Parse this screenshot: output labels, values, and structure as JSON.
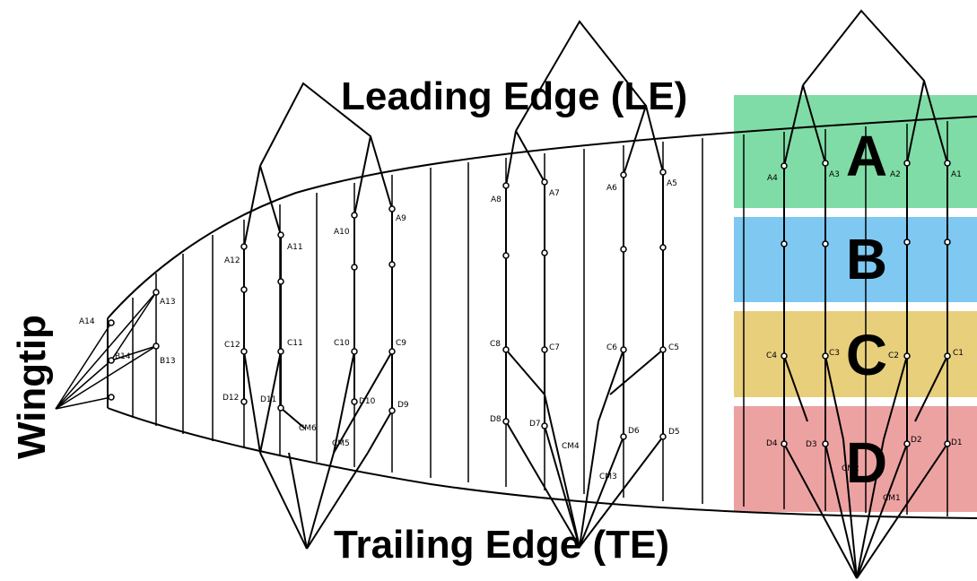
{
  "labels": {
    "leading_edge": "Leading Edge (LE)",
    "trailing_edge": "Trailing Edge (TE)",
    "wingtip": "Wingtip"
  },
  "bands": [
    {
      "letter": "A",
      "color": "#80dca6"
    },
    {
      "letter": "B",
      "color": "#7ec8f2"
    },
    {
      "letter": "C",
      "color": "#e8cf7c"
    },
    {
      "letter": "D",
      "color": "#eda2a2"
    }
  ],
  "line_labels": {
    "A": [
      "A1",
      "A2",
      "A3",
      "A4",
      "A5",
      "A6",
      "A7",
      "A8",
      "A9",
      "A10",
      "A11",
      "A12",
      "A13",
      "A14"
    ],
    "B": [
      "B13",
      "B14"
    ],
    "C": [
      "C1",
      "C2",
      "C3",
      "C4",
      "C5",
      "C6",
      "C7",
      "C8",
      "C9",
      "C10",
      "C11",
      "C12"
    ],
    "D": [
      "D1",
      "D2",
      "D3",
      "D4",
      "D5",
      "D6",
      "D7",
      "D8",
      "D9",
      "D10",
      "D11",
      "D12"
    ],
    "CM": [
      "CM1",
      "CM2",
      "CM3",
      "CM4",
      "CM5",
      "CM6"
    ]
  }
}
